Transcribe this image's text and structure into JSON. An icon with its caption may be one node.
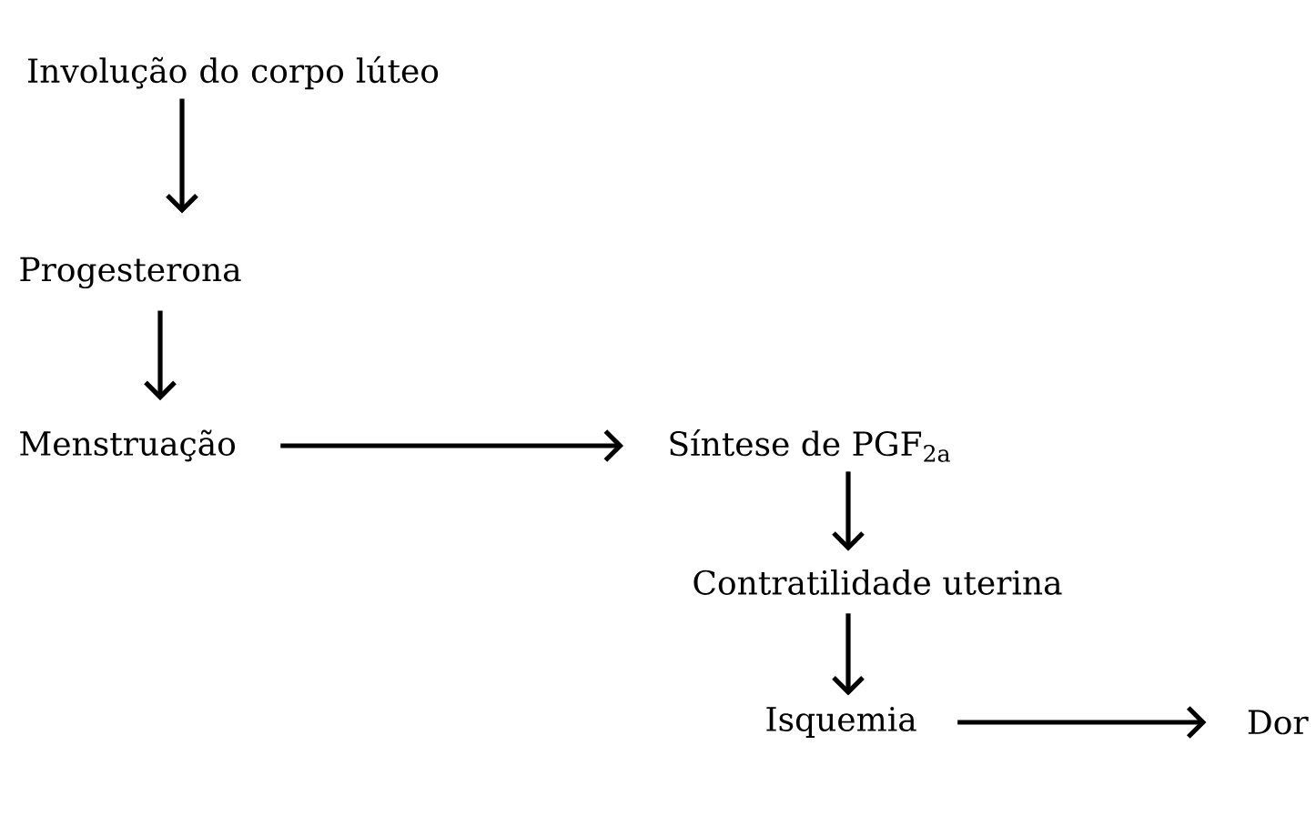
{
  "diagram": {
    "nodes": [
      {
        "text": [
          "Involução do corpo lúteo"
        ]
      },
      {
        "text": [
          "Progesterona"
        ]
      },
      {
        "text": [
          "Menstruação"
        ]
      },
      {
        "text": [
          "Síntese de PGF$_{2a}$"
        ]
      },
      {
        "text": [
          "Contratilidade uterina"
        ]
      },
      {
        "text": [
          "Isquemia"
        ]
      },
      {
        "text": [
          "Dor"
        ]
      }
    ],
    "edges": [
      {
        "from": 0,
        "to": 1,
        "arrow": "to"
      },
      {
        "from": 1,
        "to": 2,
        "arrow": "to"
      },
      {
        "from": 2,
        "to": 3,
        "arrow": "to"
      },
      {
        "from": 3,
        "to": 4,
        "arrow": "to"
      },
      {
        "from": 4,
        "to": 5,
        "arrow": "to"
      },
      {
        "from": 5,
        "to": 6,
        "arrow": "to"
      }
    ]
  }
}
